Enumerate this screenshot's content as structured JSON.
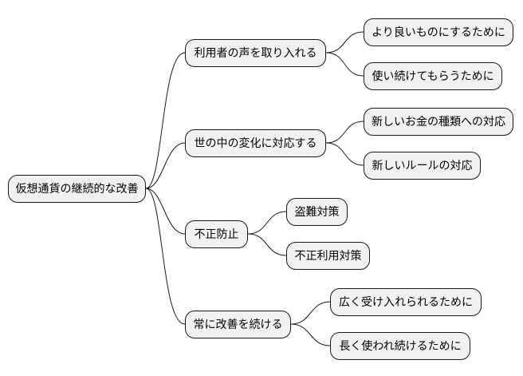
{
  "mindmap": {
    "root": {
      "label": "仮想通貨の継続的な改善"
    },
    "branches": [
      {
        "label": "利用者の声を取り入れる",
        "children": [
          {
            "label": "より良いものにするために"
          },
          {
            "label": "使い続けてもらうために"
          }
        ]
      },
      {
        "label": "世の中の変化に対応する",
        "children": [
          {
            "label": "新しいお金の種類への対応"
          },
          {
            "label": "新しいルールの対応"
          }
        ]
      },
      {
        "label": "不正防止",
        "children": [
          {
            "label": "盗難対策"
          },
          {
            "label": "不正利用対策"
          }
        ]
      },
      {
        "label": "常に改善を続ける",
        "children": [
          {
            "label": "広く受け入れられるために"
          },
          {
            "label": "長く使われ続けるために"
          }
        ]
      }
    ]
  },
  "colors": {
    "node_fill": "#f1f1f1",
    "node_border": "#181818",
    "edge": "#181818",
    "background": "#ffffff"
  }
}
